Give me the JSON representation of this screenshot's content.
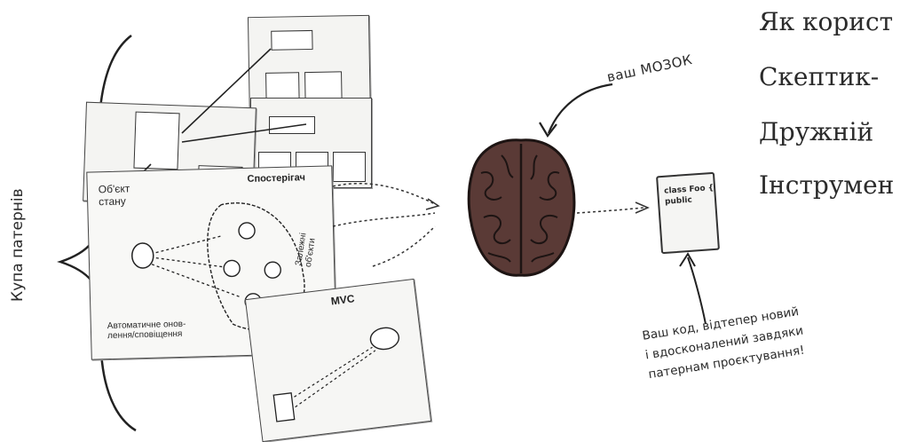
{
  "side_label": "Купа патернів",
  "brain_label": "ваш МОЗОК",
  "state_object_label": "Об'єкт\nстану",
  "observer_title": "Спостерігач",
  "mvc_title": "MVC",
  "auto_update_label": "Автоматичне онов-\nлення/сповіщення",
  "dependent_objects_label": "Залежні\nоб'єкти",
  "code_sheet_text": "class Foo {\npublic",
  "code_caption": "Ваш код, відтепер новий\nі вдосконалений завдяки\nпатернам проєктування!",
  "right_lines": [
    "Як корист",
    "Скептик-",
    "Дружній",
    "Інструмен"
  ]
}
